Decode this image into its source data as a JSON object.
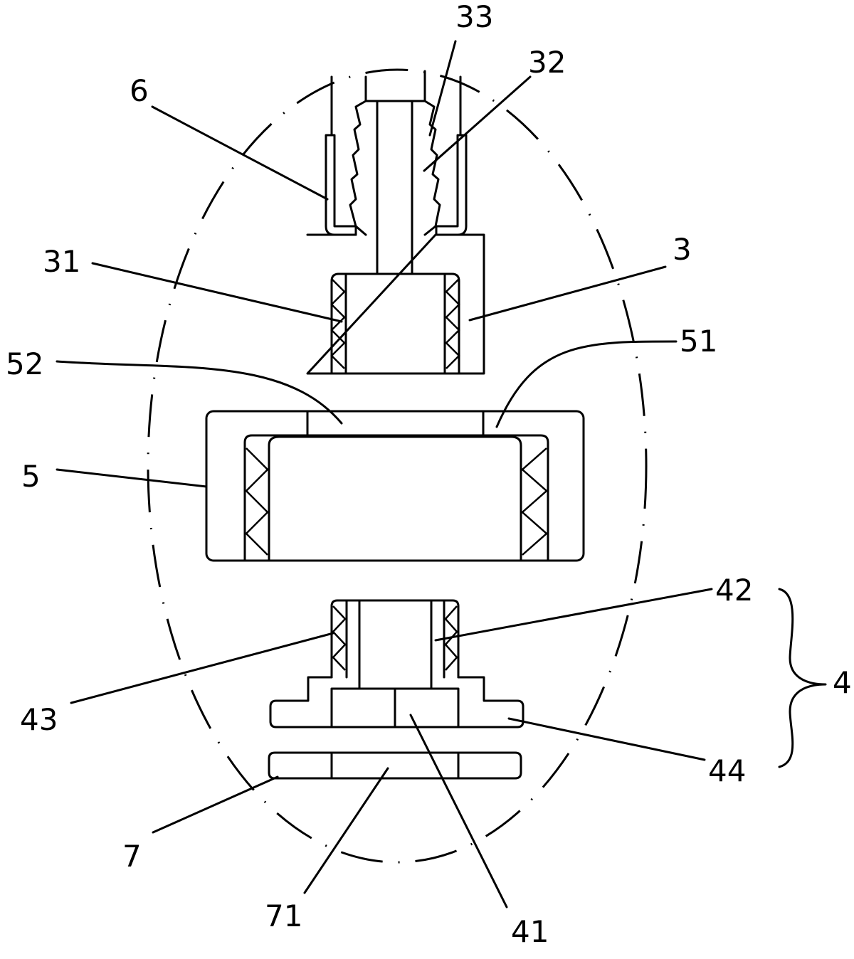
{
  "labels": {
    "l33": "33",
    "l32": "32",
    "l6": "6",
    "l31": "31",
    "l3": "3",
    "l52": "52",
    "l51": "51",
    "l5": "5",
    "l42": "42",
    "l43": "43",
    "l4": "4",
    "l44": "44",
    "l7": "7",
    "l71": "71",
    "l41": "41"
  }
}
